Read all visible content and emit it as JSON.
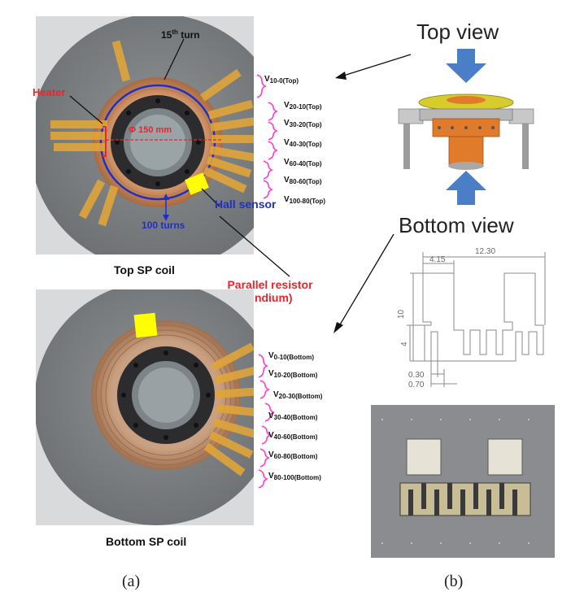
{
  "top_view_label": "Top view",
  "bottom_view_label": "Bottom view",
  "top_coil_caption": "Top SP coil",
  "bottom_coil_caption": "Bottom SP coil",
  "parallel_resistor_label": "Parallel resistor",
  "parallel_resistor_material": "(Indium)",
  "panel_a_label": "(a)",
  "panel_b_label": "(b)",
  "annotations": {
    "heater": "Heater",
    "turn15_base": "15",
    "turn15_sup": "th",
    "turn15_rest": " turn",
    "diameter": "Φ 150 mm",
    "hall_sensor": "Hall sensor",
    "turns100": "100 turns"
  },
  "top_voltage_taps": [
    {
      "v": "V",
      "sub": "10-0(Top)"
    },
    {
      "v": "V",
      "sub": "20-10(Top)"
    },
    {
      "v": "V",
      "sub": "30-20(Top)"
    },
    {
      "v": "V",
      "sub": "40-30(Top)"
    },
    {
      "v": "V",
      "sub": "60-40(Top)"
    },
    {
      "v": "V",
      "sub": "80-60(Top)"
    },
    {
      "v": "V",
      "sub": "100-80(Top)"
    }
  ],
  "bottom_voltage_taps": [
    {
      "v": "V",
      "sub": "0-10(Bottom)"
    },
    {
      "v": "V",
      "sub": "10-20(Bottom)"
    },
    {
      "v": "V",
      "sub": "20-30(Bottom)"
    },
    {
      "v": "V",
      "sub": "30-40(Bottom)"
    },
    {
      "v": "V",
      "sub": "40-60(Bottom)"
    },
    {
      "v": "V",
      "sub": "60-80(Bottom)"
    },
    {
      "v": "V",
      "sub": "80-100(Bottom)"
    }
  ],
  "dimensions": {
    "total_width": "12.30",
    "pad_width": "4.15",
    "height": "10",
    "comb_height": "4",
    "line_width": "0.30",
    "pitch": "0.70"
  },
  "colors": {
    "heater": "#e8262d",
    "resistor_text": "#e8262d",
    "hall": "#1f2fc8",
    "turns": "#1f2fc8",
    "circle": "#1f2fc8",
    "bracket": "#ff3ccf",
    "indium": "#ffff00",
    "arrow_blue": "#4a7ec6",
    "copper": "#c07a4a"
  }
}
